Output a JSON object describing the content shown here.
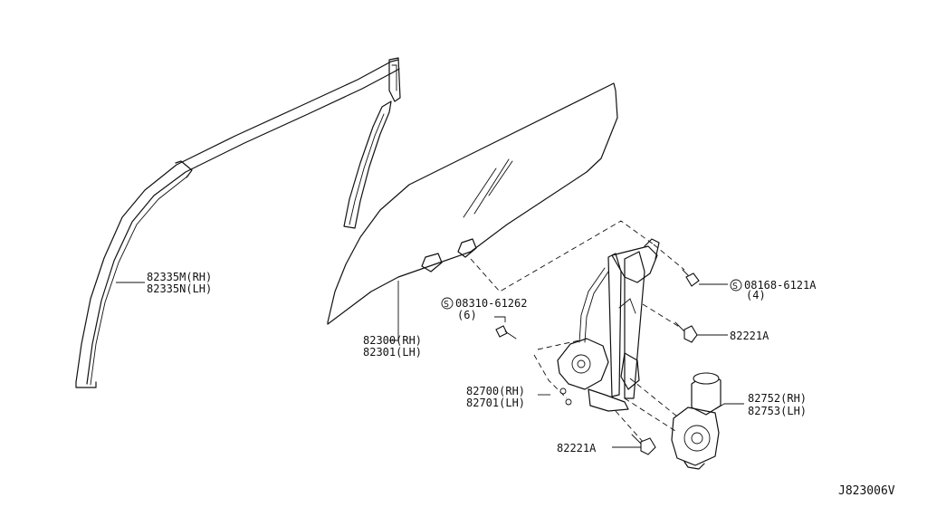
{
  "diagram_id": "J823006V",
  "callouts": {
    "sash": {
      "line1": "82335M(RH)",
      "line2": "82335N(LH)"
    },
    "glass": {
      "line1": "82300(RH)",
      "line2": "82301(LH)"
    },
    "screw_upper": {
      "symbol": "S",
      "part": "08310-61262",
      "qty": "(6)"
    },
    "bolt_upper": {
      "symbol": "S",
      "part": "08168-6121A",
      "qty": "(4)"
    },
    "bolt_mid": {
      "line1": "82221A"
    },
    "regulator": {
      "line1": "82700(RH)",
      "line2": "82701(LH)"
    },
    "motor": {
      "line1": "82752(RH)",
      "line2": "82753(LH)"
    },
    "bolt_lower": {
      "line1": "82221A"
    }
  }
}
